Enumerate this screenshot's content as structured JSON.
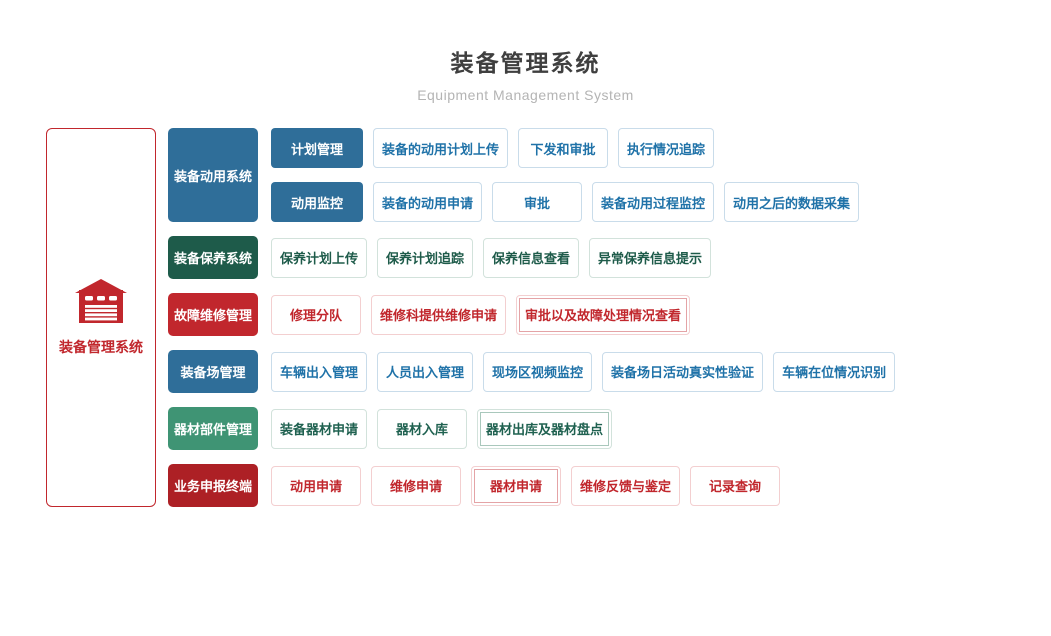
{
  "header": {
    "title": "装备管理系统",
    "subtitle": "Equipment Management System"
  },
  "root": {
    "label": "装备管理系统",
    "icon": "garage-icon",
    "accent_color": "#c1272d"
  },
  "colors": {
    "blue": "#2f6e99",
    "dark_green": "#1e5b4a",
    "red": "#c1272d",
    "green": "#3f9474",
    "dark_red": "#ad2025",
    "title_text": "#3f3f3f",
    "subtitle_text": "#b4b4b4"
  },
  "groups": [
    {
      "id": "mobilization-system",
      "label": "装备动用系统",
      "theme": "blue",
      "rows": [
        {
          "lead": "计划管理",
          "items": [
            {
              "label": "装备的动用计划上传"
            },
            {
              "label": "下发和审批"
            },
            {
              "label": "执行情况追踪"
            }
          ]
        },
        {
          "lead": "动用监控",
          "items": [
            {
              "label": "装备的动用申请"
            },
            {
              "label": "审批"
            },
            {
              "label": "装备动用过程监控"
            },
            {
              "label": "动用之后的数据采集"
            }
          ]
        }
      ]
    },
    {
      "id": "maintenance-system",
      "label": "装备保养系统",
      "theme": "darkgreen",
      "rows": [
        {
          "items": [
            {
              "label": "保养计划上传"
            },
            {
              "label": "保养计划追踪"
            },
            {
              "label": "保养信息查看"
            },
            {
              "label": "异常保养信息提示"
            }
          ]
        }
      ]
    },
    {
      "id": "fault-repair-management",
      "label": "故障维修管理",
      "theme": "red",
      "rows": [
        {
          "items": [
            {
              "label": "修理分队"
            },
            {
              "label": "维修科提供维修申请"
            },
            {
              "label": "审批以及故障处理情况查看",
              "double": true
            }
          ]
        }
      ]
    },
    {
      "id": "depot-management",
      "label": "装备场管理",
      "theme": "blue",
      "rows": [
        {
          "items": [
            {
              "label": "车辆出入管理"
            },
            {
              "label": "人员出入管理"
            },
            {
              "label": "现场区视频监控"
            },
            {
              "label": "装备场日活动真实性验证"
            },
            {
              "label": "车辆在位情况识别"
            }
          ]
        }
      ]
    },
    {
      "id": "materiel-parts-management",
      "label": "器材部件管理",
      "theme": "green",
      "rows": [
        {
          "items": [
            {
              "label": "装备器材申请"
            },
            {
              "label": "器材入库"
            },
            {
              "label": "器材出库及器材盘点",
              "double": true
            }
          ]
        }
      ]
    },
    {
      "id": "business-declaration-terminal",
      "label": "业务申报终端",
      "theme": "darkred",
      "rows": [
        {
          "items": [
            {
              "label": "动用申请"
            },
            {
              "label": "维修申请"
            },
            {
              "label": "器材申请",
              "double": true
            },
            {
              "label": "维修反馈与鉴定"
            },
            {
              "label": "记录查询"
            }
          ]
        }
      ]
    }
  ]
}
